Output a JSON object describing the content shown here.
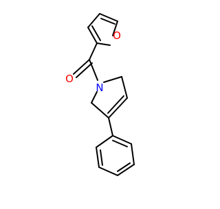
{
  "molecule": {
    "atoms": [
      {
        "id": "O1",
        "element": "O",
        "label": "O"
      },
      {
        "id": "O2",
        "element": "O",
        "label": "O"
      },
      {
        "id": "N1",
        "element": "N",
        "label": "N"
      }
    ]
  },
  "colors": {
    "bond": "#000000",
    "oxygen": "#ff0000",
    "nitrogen": "#0000ff",
    "background": "#ffffff"
  }
}
